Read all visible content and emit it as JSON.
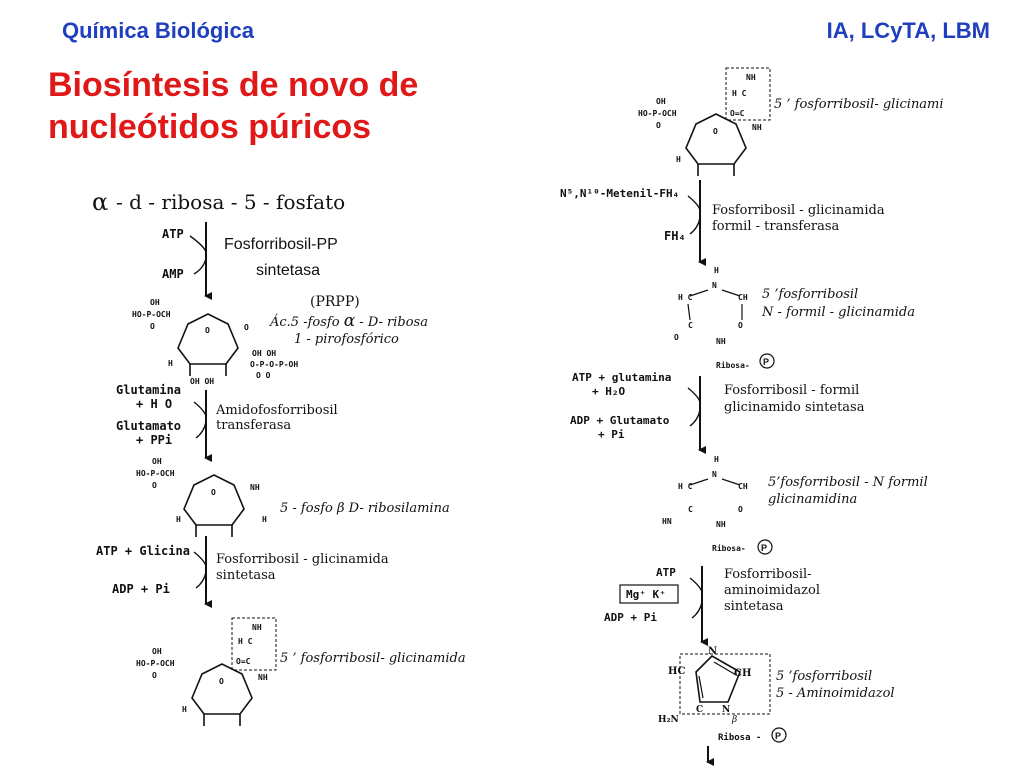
{
  "header": {
    "course": "Química Biológica",
    "groups": "IA, LCyTA, LBM"
  },
  "title": {
    "line1": "Biosíntesis de novo de",
    "line2": "nucleótidos púricos"
  },
  "colors": {
    "header": "#1f3fbf",
    "title": "#e01818",
    "ink": "#111111"
  },
  "left_pathway": {
    "start": {
      "greek": "α",
      "label": "- d - ribosa - 5 - fosfato"
    },
    "step1": {
      "in": "ATP",
      "out": "AMP",
      "enzyme_l1": "Fosforribosil-PP",
      "enzyme_l2": "sintetasa"
    },
    "prpp": {
      "abbr": "(PRPP)",
      "name_l1a": "Ác.5 -fosfo ",
      "greek": "α",
      "name_l1b": " - D- ribosa",
      "name_l2": "1 - pirofosfórico"
    },
    "step2": {
      "in1": "Glutamina",
      "in2": "+ H O",
      "out1": "Glutamato",
      "out2": "+ PPi",
      "enzyme_l1": "Amidofosforribosil",
      "enzyme_l2": "transferasa"
    },
    "ribosylamine": {
      "name": "5 - fosfo β D- ribosilamina"
    },
    "step3": {
      "in": "ATP + Glicina",
      "out": "ADP + Pi",
      "enzyme_l1": "Fosforribosil - glicinamida",
      "enzyme_l2": "sintetasa"
    },
    "gar": {
      "name": "5 ’ fosforribosil- glicinamida"
    }
  },
  "right_pathway": {
    "gar": {
      "name": "5 ’ fosforribosil- glicinami"
    },
    "step4": {
      "in": "N⁵,N¹⁰-Metenil-FH₄",
      "out": "FH₄",
      "enzyme_l1": "Fosforribosil - glicinamida",
      "enzyme_l2": "formil - transferasa"
    },
    "fgar": {
      "name_l1": "5 ’fosforribosil",
      "name_l2": "N - formil - glicinamida",
      "ribose": "Ribosa-",
      "p": "P"
    },
    "step5": {
      "in1": "ATP + glutamina",
      "in2": "+ H₂O",
      "out1": "ADP + Glutamato",
      "out2": "+ Pi",
      "enzyme_l1": "Fosforribosil - formil",
      "enzyme_l2": "glicinamido sintetasa"
    },
    "fgam": {
      "name_l1": "5’fosforribosil - N formil",
      "name_l2": "glicinamidina",
      "ribose": "Ribosa-",
      "p": "P"
    },
    "step6": {
      "in": "ATP",
      "cofactor": "Mg⁺ K⁺",
      "out": "ADP + Pi",
      "enzyme_l1": "Fosforribosil-",
      "enzyme_l2": "aminoimidazol",
      "enzyme_l3": "sintetasa"
    },
    "air": {
      "name_l1": "5 ’fosforribosil",
      "name_l2": "5 - Aminoimidazol",
      "ribose": "Ribosa -",
      "p": "P"
    }
  }
}
